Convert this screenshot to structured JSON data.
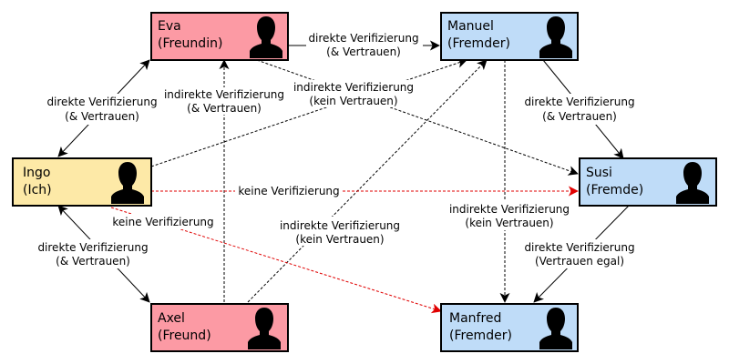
{
  "colors": {
    "self": "#fde9a7",
    "friend": "#fc9aa4",
    "stranger": "#bfdcf8",
    "black_line": "#000000",
    "red_line": "#e00000"
  },
  "nodes": {
    "eva": {
      "line1": "Eva",
      "line2": "(Freundin)",
      "icon": "person-silhouette-icon"
    },
    "manuel": {
      "line1": "Manuel",
      "line2": "(Fremder)",
      "icon": "person-silhouette-icon"
    },
    "ingo": {
      "line1": "Ingo",
      "line2": "(Ich)",
      "icon": "person-silhouette-icon"
    },
    "susi": {
      "line1": "Susi",
      "line2": "(Fremde)",
      "icon": "person-silhouette-icon"
    },
    "axel": {
      "line1": "Axel",
      "line2": "(Freund)",
      "icon": "person-silhouette-icon"
    },
    "manfred": {
      "line1": "Manfred",
      "line2": "(Fremder)",
      "icon": "person-silhouette-icon"
    }
  },
  "edges": {
    "ingo_eva": {
      "line1": "direkte Verifizierung",
      "line2": "(& Vertrauen)"
    },
    "eva_manuel": {
      "line1": "direkte Verifizierung",
      "line2": "(& Vertrauen)"
    },
    "axel_eva": {
      "line1": "indirekte Verifizierung",
      "line2": "(& Vertrauen)"
    },
    "ingo_manuel": {
      "line1": "indirekte Verifizierung",
      "line2": "(kein Vertrauen)"
    },
    "manuel_susi": {
      "line1": "direkte Verifizierung",
      "line2": "(& Vertrauen)"
    },
    "ingo_susi": {
      "line1": "keine Verifizierung"
    },
    "ingo_manfred": {
      "line1": "keine Verifizierung"
    },
    "axel_manuel": {
      "line1": "indirekte Verifizierung",
      "line2": "(kein Vertrauen)"
    },
    "manuel_manfred": {
      "line1": "indirekte Verifizierung",
      "line2": "(kein Vertrauen)"
    },
    "ingo_axel": {
      "line1": "direkte Verifizierung",
      "line2": "(& Vertrauen)"
    },
    "susi_manfred": {
      "line1": "direkte Verifizierung",
      "line2": "(Vertrauen egal)"
    }
  }
}
